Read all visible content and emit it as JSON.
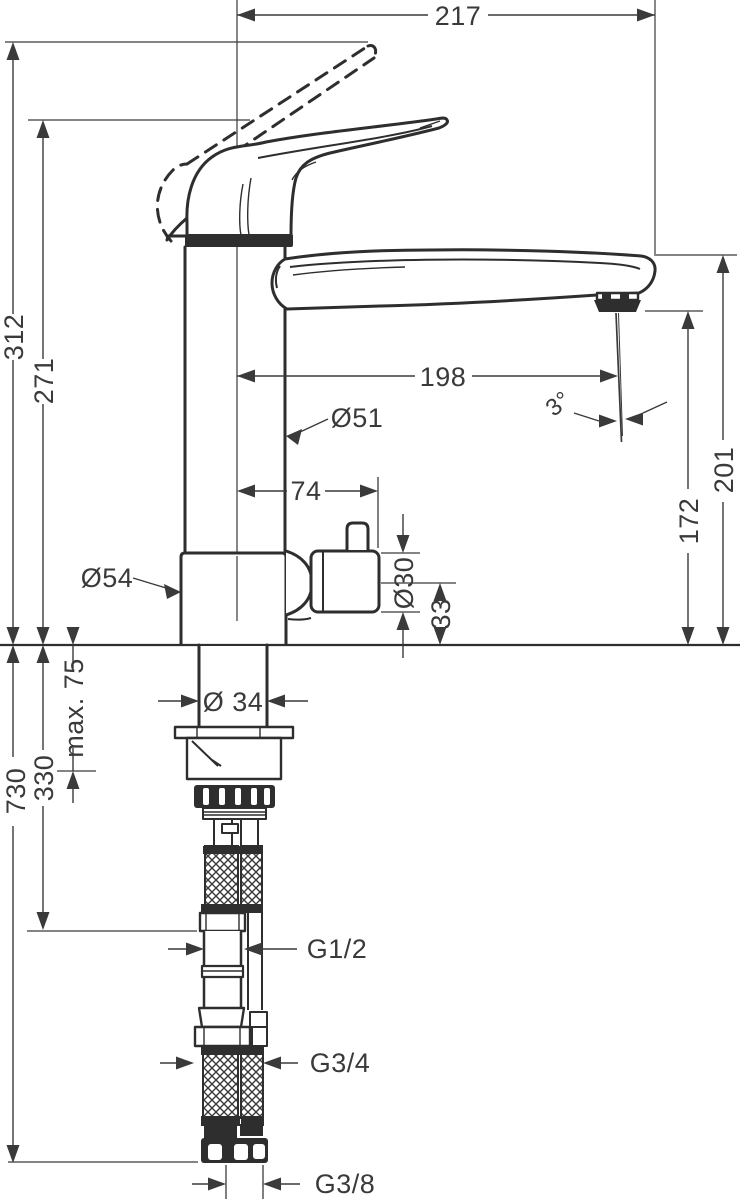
{
  "page": {
    "background": "#ffffff",
    "line_color": "#3a3a3a",
    "outline_color": "#2e2e2e"
  },
  "drawing": {
    "subject": "single-lever-kitchen-mixer-dimension-drawing",
    "labels": {
      "width_overall": "217",
      "height_handle_raised": "312",
      "height_handle_down": "271",
      "spout_reach": "198",
      "body_diameter": "Ø51",
      "stream_angle": "3°",
      "valve_offset": "74",
      "base_diameter": "Ø54",
      "valve_diameter": "Ø30",
      "valve_center_height": "33",
      "spout_top_height": "201",
      "aerator_height": "172",
      "max_mounting_thickness": "max. 75",
      "shank_diameter": "Ø 34",
      "riser_length": "330",
      "hose_length": "730",
      "thread_upper": "G1/2",
      "thread_middle": "G3/4",
      "thread_lower": "G3/8"
    }
  }
}
